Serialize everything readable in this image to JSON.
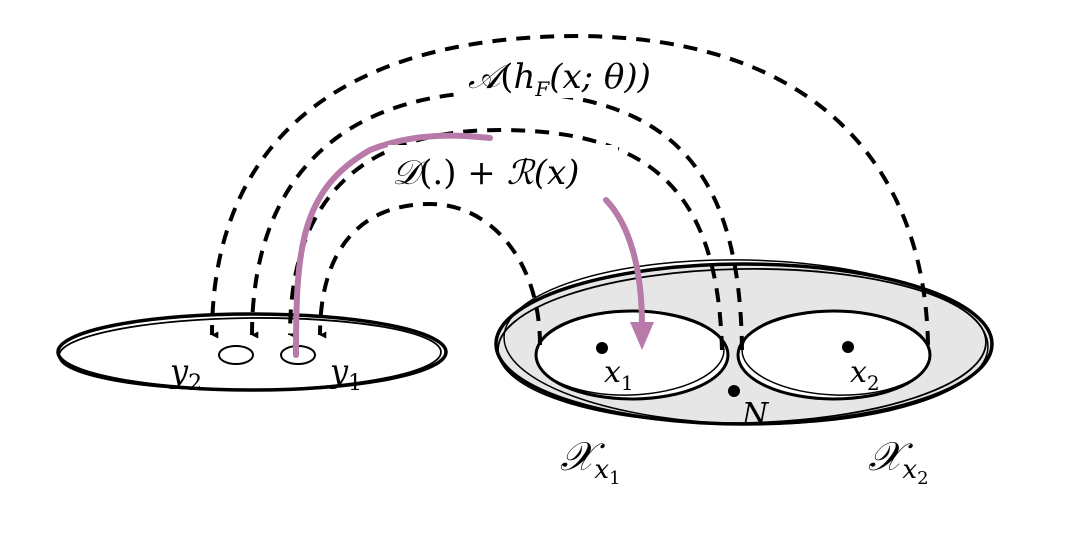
{
  "labels": {
    "y2": {
      "main": "y",
      "sub": "2"
    },
    "y1": {
      "main": "y",
      "sub": "1"
    },
    "x1": {
      "main": "x",
      "sub": "1"
    },
    "x2": {
      "main": "x",
      "sub": "2"
    },
    "N": "N",
    "X_x1": {
      "main": "𝒳",
      "sub": "x",
      "subsub": "1"
    },
    "X_x2": {
      "main": "𝒳",
      "sub": "x",
      "subsub": "2"
    },
    "attack": {
      "A": "𝒜",
      "open": "(",
      "h": "h",
      "F": "F",
      "args": "(x; θ))"
    },
    "defense": {
      "D": "𝒟",
      "mid": "(.) + ",
      "R": "ℛ",
      "tail": "(x)"
    }
  },
  "colors": {
    "stroke": "#000000",
    "region_fill": "#e6e6e6",
    "defense_arrow": "#b87aa8",
    "background": "#ffffff"
  }
}
